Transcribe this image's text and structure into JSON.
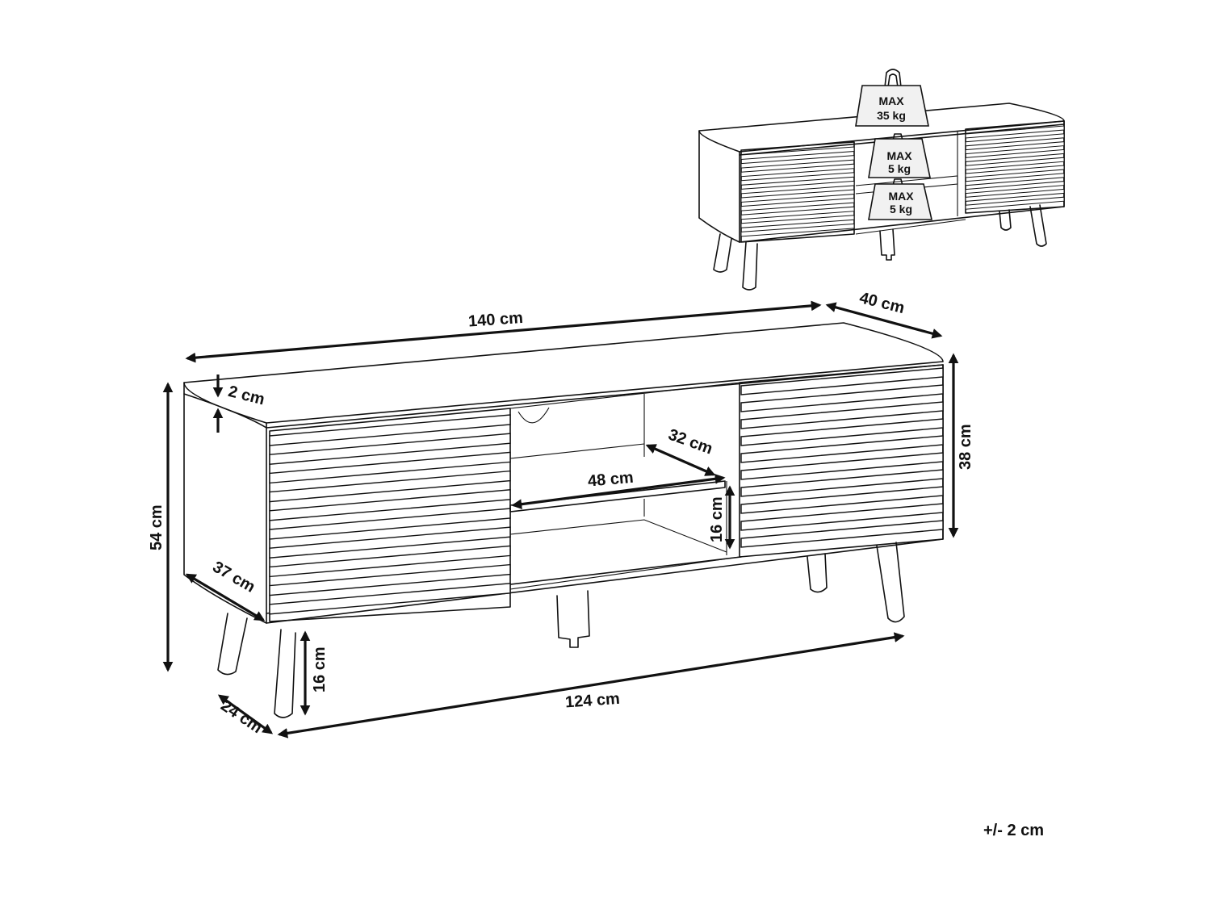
{
  "dimensions": {
    "total_width": "140 cm",
    "total_depth": "40 cm",
    "top_thickness": "2 cm",
    "total_height": "54 cm",
    "cabinet_height": "38 cm",
    "inner_depth": "32 cm",
    "shelf_width": "48 cm",
    "shelf_height": "16 cm",
    "side_depth": "37 cm",
    "leg_height": "16 cm",
    "leg_spacing_width": "124 cm",
    "leg_spacing_depth": "24 cm"
  },
  "weights": {
    "top_label_max": "MAX",
    "top_label_value": "35 kg",
    "shelf1_label_max": "MAX",
    "shelf1_label_value": "5 kg",
    "shelf2_label_max": "MAX",
    "shelf2_label_value": "5 kg"
  },
  "tolerance": "+/- 2 cm"
}
